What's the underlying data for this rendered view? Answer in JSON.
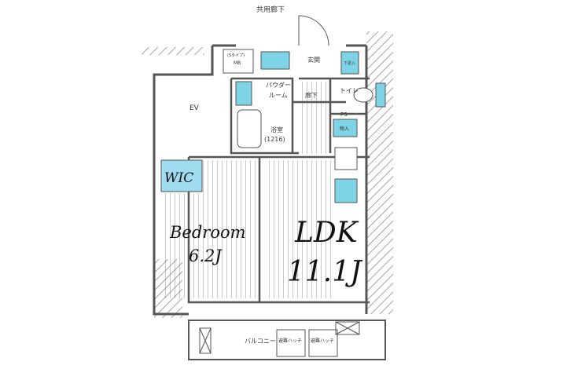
{
  "plan": {
    "corridor": "共用廊下",
    "ev": "EV",
    "mb_type": "(Sタイプ)",
    "mb": "MB",
    "entrance": "玄関",
    "shoe_storage": "下足入",
    "powder_room_1": "パウダー",
    "powder_room_2": "ルーム",
    "hallway": "廊下",
    "toilet": "トイレ",
    "ps": "PS",
    "storage": "物入",
    "bath": "浴室",
    "bath_size": "(1216)",
    "wic": "WIC",
    "bedroom": "Bedroom",
    "bedroom_size": "6.2J",
    "ldk": "LDK",
    "ldk_size": "11.1J",
    "balcony": "バルコニー",
    "hatch_1": "避難ハッチ",
    "hatch_2": "避難ハッチ"
  },
  "colors": {
    "wall": "#555555",
    "fixture": "#7fd3e6",
    "hatch": "#888888"
  }
}
